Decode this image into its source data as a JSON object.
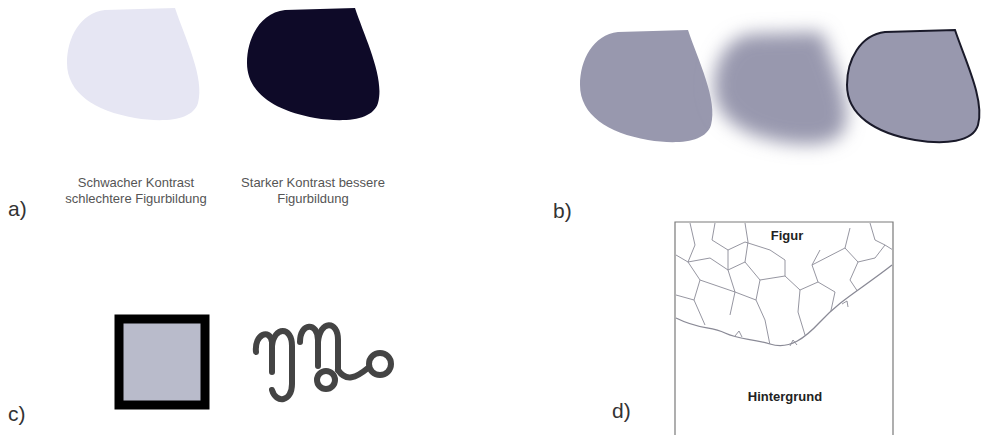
{
  "diagram": {
    "labels": [
      "a)",
      "Schwacher Kontrast schlechtere Figurbildung",
      "Starker Kontrast bessere Figurbildung",
      "b)",
      "c)",
      "d)",
      "Figur",
      "Hintergrund"
    ]
  }
}
